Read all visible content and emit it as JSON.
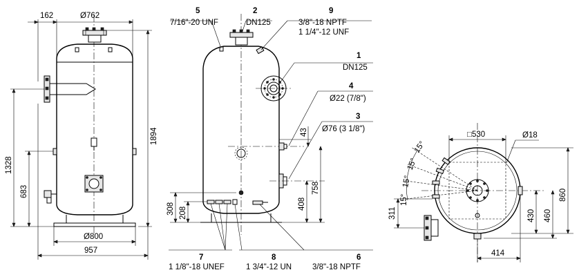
{
  "dimensions": {
    "top_offset": "162",
    "shell_diameter": "Ø762",
    "total_height": "1894",
    "upper_nozzle_height": "1328",
    "mid_nozzle_height": "683",
    "base_diameter": "Ø800",
    "overall_width": "957",
    "drain_height_1": "308",
    "drain_height_2": "208",
    "lower_nozzle_height": "408",
    "inlet_height": "758",
    "gap_43": "43",
    "bolt_square": "□530",
    "mount_hole": "Ø18",
    "plan_height_860": "860",
    "plan_height_460": "460",
    "plan_height_430": "430",
    "plan_offset_311": "311",
    "plan_width_414": "414",
    "angle": "15°"
  },
  "callouts": [
    {
      "number": "5",
      "spec": "7/16\"-20 UNF"
    },
    {
      "number": "2",
      "spec": "DN125"
    },
    {
      "number": "9",
      "spec": "3/8\"-18 NPTF",
      "spec2": "1 1/4\"-12 UNF"
    },
    {
      "number": "1",
      "spec": "DN125"
    },
    {
      "number": "4",
      "spec": "Ø22 (7/8\")"
    },
    {
      "number": "3",
      "spec": "Ø76 (3 1/8\")"
    },
    {
      "number": "7",
      "spec": "1 1/8\"-18 UNEF"
    },
    {
      "number": "8",
      "spec": "1 3/4\"-12 UN"
    },
    {
      "number": "6",
      "spec": "3/8\"-18 NPTF"
    }
  ]
}
